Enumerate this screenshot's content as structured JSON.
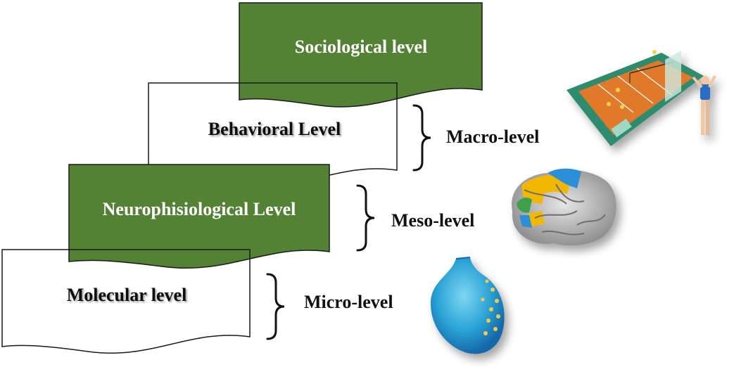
{
  "levels": {
    "sociological": "Sociological level",
    "behavioral": "Behavioral Level",
    "neurophysiological": "Neurophisiological Level",
    "molecular": "Molecular level"
  },
  "scales": {
    "macro": "Macro-level",
    "meso": "Meso-level",
    "micro": "Micro-level"
  },
  "colors": {
    "green_fill": "#548235",
    "outline": "#1a1a1a",
    "text_dark": "#111111",
    "text_light": "#ffffff"
  },
  "illustrations": {
    "macro": "volleyball-court-icon",
    "meso": "brain-icon",
    "micro": "synapse-icon"
  }
}
